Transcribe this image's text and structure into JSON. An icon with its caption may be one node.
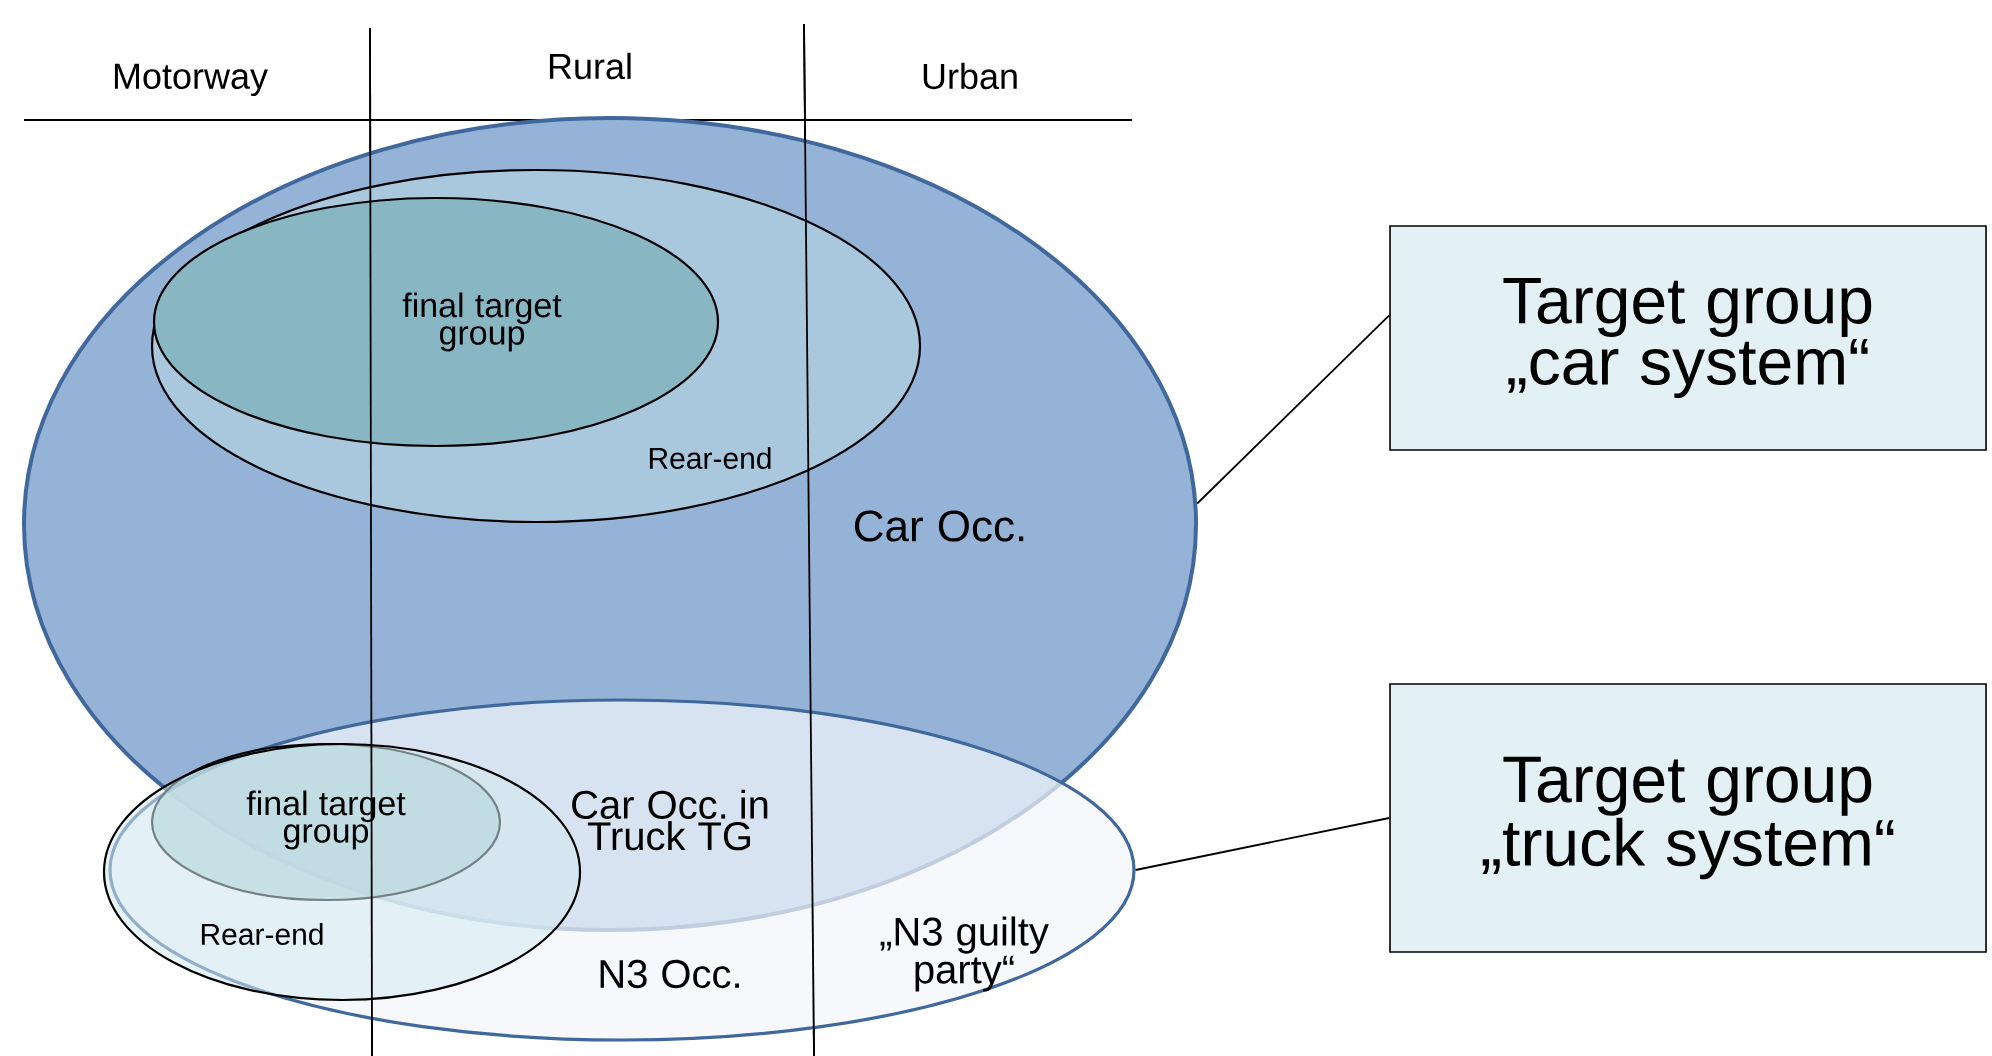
{
  "diagram": {
    "nodes": [
      {
        "text": [
          "Car Occ."
        ]
      },
      {
        "text": [
          "Rear-end"
        ],
        "in": 0
      },
      {
        "text": [
          "final target group"
        ],
        "in": 1
      },
      {
        "text": [
          "Car Occ. in Truck TG",
          "N3 Occ.",
          "„N3 guilty party“"
        ]
      },
      {
        "text": [
          "Rear-end"
        ],
        "in": 3
      },
      {
        "text": [
          "final target group"
        ]
      },
      {
        "text": [
          "Target group „car system“"
        ]
      },
      {
        "text": [
          "Target group „truck system“"
        ]
      }
    ],
    "edges": [
      {
        "from": 6,
        "to": 0,
        "arrow": "none"
      },
      {
        "from": 7,
        "to": 3,
        "arrow": "none"
      }
    ],
    "labels": [
      "Motorway",
      "Rural",
      "Urban"
    ]
  }
}
